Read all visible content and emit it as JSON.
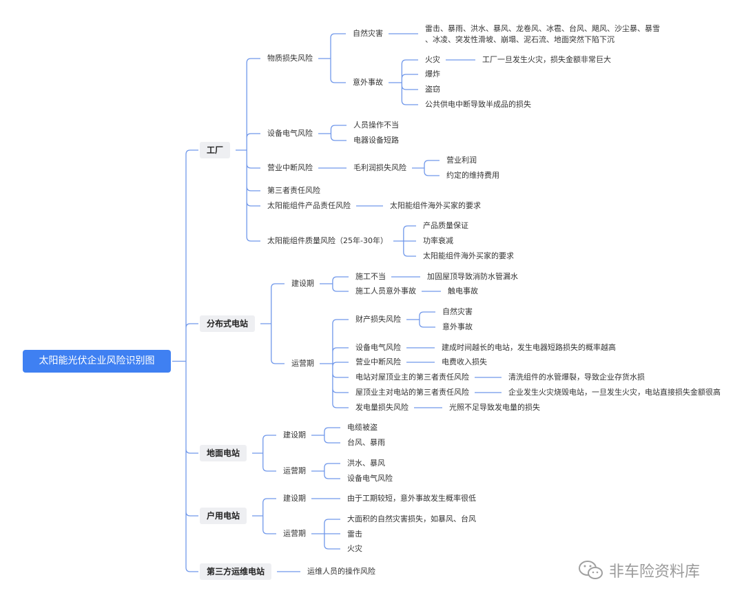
{
  "title": "太阳能光伏企业风险识别图",
  "factory": {
    "label": "工厂",
    "material": {
      "label": "物质损失风险",
      "natural": {
        "label": "自然灾害",
        "detail_line1": "雷击、暴雨、洪水、暴风、龙卷风、冰雹、台风、飓风、沙尘暴、暴雪",
        "detail_line2": "、冰凌、突发性滑坡、崩塌、泥石流、地面突然下陷下沉"
      },
      "accident": {
        "label": "意外事故",
        "items": [
          "火灾",
          "爆炸",
          "盗窃",
          "公共供电中断导致半成品的损失"
        ],
        "fire_note": "工厂一旦发生火灾，损失金额非常巨大"
      }
    },
    "equipment": {
      "label": "设备电气风险",
      "items": [
        "人员操作不当",
        "电器设备短路"
      ]
    },
    "interruption": {
      "label": "营业中断风险",
      "gross": {
        "label": "毛利润损失风险",
        "items": [
          "营业利润",
          "约定的维持费用"
        ]
      }
    },
    "third_party": "第三者责任风险",
    "product": {
      "label": "太阳能组件产品责任风险",
      "note": "太阳能组件海外买家的要求"
    },
    "quality": {
      "label": "太阳能组件质量风险（25年-30年）",
      "items": [
        "产品质量保证",
        "功率衰减",
        "太阳能组件海外买家的要求"
      ]
    }
  },
  "distributed": {
    "label": "分布式电站",
    "construction": {
      "label": "建设期",
      "items": [
        {
          "label": "施工不当",
          "note": "加固屋顶导致消防水管漏水"
        },
        {
          "label": "施工人员意外事故",
          "note": "触电事故"
        }
      ]
    },
    "operation": {
      "label": "运营期",
      "property": {
        "label": "财产损失风险",
        "items": [
          "自然灾害",
          "意外事故"
        ]
      },
      "items": [
        {
          "label": "设备电气风险",
          "note": "建成时间越长的电站，发生电器短路损失的概率越高"
        },
        {
          "label": "营业中断风险",
          "note": "电费收入损失"
        },
        {
          "label": "电站对屋顶业主的第三者责任风险",
          "note": "清洗组件的水管爆裂，导致企业存货水损"
        },
        {
          "label": "屋顶业主对电站的第三者责任风险",
          "note": "企业发生火灾烧毁电站，一旦发生火灾，电站直接损失金额很高"
        },
        {
          "label": "发电量损失风险",
          "note": "光照不足导致发电量的损失"
        }
      ]
    }
  },
  "ground": {
    "label": "地面电站",
    "construction": {
      "label": "建设期",
      "items": [
        "电缆被盗",
        "台风、暴雨"
      ]
    },
    "operation": {
      "label": "运营期",
      "items": [
        "洪水、暴风",
        "设备电气风险"
      ]
    }
  },
  "household": {
    "label": "户用电站",
    "construction": {
      "label": "建设期",
      "note": "由于工期较短，意外事故发生概率很低"
    },
    "operation": {
      "label": "运营期",
      "items": [
        "大面积的自然灾害损失，如暴风、台风",
        "雷击",
        "火灾"
      ]
    }
  },
  "third_party_om": {
    "label": "第三方运维电站",
    "note": "运维人员的操作风险"
  },
  "watermark": "非车险资料库",
  "colors": {
    "accent": "#3f80f2",
    "line": "#6f97ea"
  }
}
